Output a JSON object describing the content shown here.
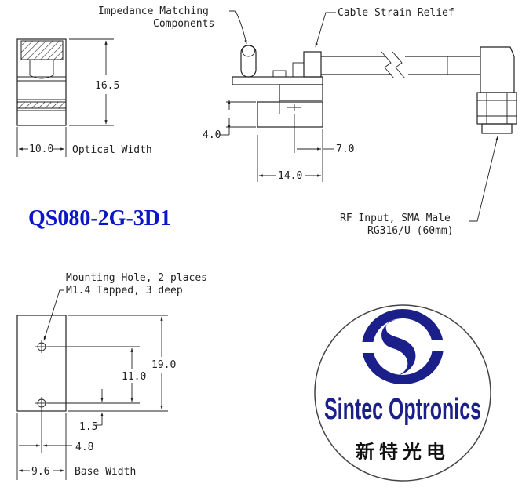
{
  "model": "QS080-2G-3D1",
  "front_view": {
    "height_dim": "16.5",
    "width_dim": "10.0",
    "width_label": "Optical Width"
  },
  "side_view": {
    "label_impedance_line1": "Impedance Matching",
    "label_impedance_line2": "Components",
    "label_strain_relief": "Cable Strain Relief",
    "dim_4": "4.0",
    "dim_7": "7.0",
    "dim_14": "14.0",
    "label_rf_line1": "RF Input, SMA Male",
    "label_rf_line2": "RG316/U (60mm)"
  },
  "base_view": {
    "label_hole_line1": "Mounting Hole, 2 places",
    "label_hole_line2": "M1.4 Tapped, 3 deep",
    "dim_19": "19.0",
    "dim_11": "11.0",
    "dim_1_5": "1.5",
    "dim_4_8": "4.8",
    "dim_9_6": "9.6",
    "width_label": "Base Width"
  },
  "logo": {
    "name_en": "Sintec Optronics",
    "name_cn": "新特光电",
    "colors": {
      "primary": "#1b1f8a",
      "title": "#0b16c8"
    }
  }
}
